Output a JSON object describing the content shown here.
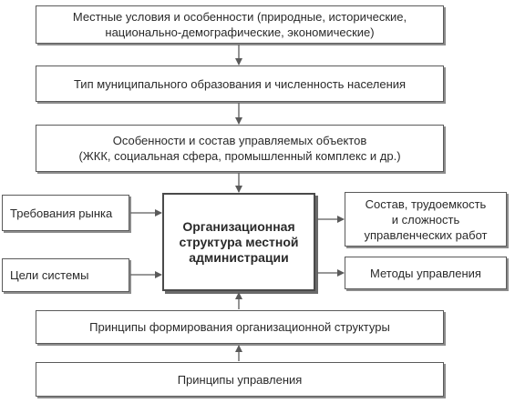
{
  "boxes": {
    "local_conditions": "Местные условия и особенности (природные, исторические,\nнационально-демографические, экономические)",
    "municipality_type": "Тип муниципального образования и численность населения",
    "managed_objects": "Особенности и состав управляемых объектов\n(ЖКК, социальная сфера, промышленный комплекс и др.)",
    "market_requirements": "Требования рынка",
    "system_goals": "Цели системы",
    "org_structure": "Организационная\nструктура местной\nадминистрации",
    "work_composition": "Состав, трудоемкость\nи сложность\nуправленческих работ",
    "management_methods": "Методы управления",
    "structure_principles": "Принципы формирования организационной структуры",
    "management_principles": "Принципы управления"
  },
  "colors": {
    "line": "#5a5a5a",
    "shadow": "#8c8c8c"
  }
}
